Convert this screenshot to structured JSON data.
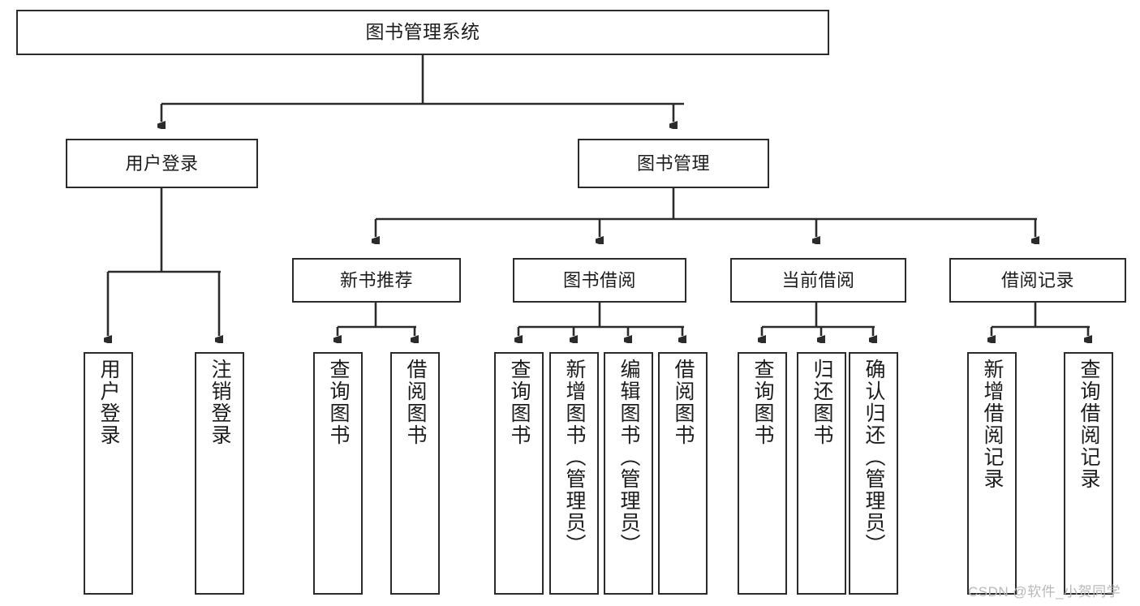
{
  "diagram": {
    "type": "tree-hierarchy-chart",
    "title": "图书管理系统",
    "line_color": "#2b2b2b",
    "box_fill": "#ffffff",
    "background": "#ffffff",
    "watermark": "CSDN @软件_小贺同学"
  },
  "nodes": {
    "root": {
      "label": "图书管理系统"
    },
    "level2": [
      {
        "id": "user-login",
        "label": "用户登录"
      },
      {
        "id": "book-manage",
        "label": "图书管理"
      }
    ],
    "level3": [
      {
        "id": "new-book-rec",
        "label": "新书推荐"
      },
      {
        "id": "book-borrow",
        "label": "图书借阅"
      },
      {
        "id": "current-borrow",
        "label": "当前借阅"
      },
      {
        "id": "borrow-record",
        "label": "借阅记录"
      }
    ],
    "leaves": {
      "user_login": [
        {
          "id": "leaf-user-login",
          "label": "用户登录"
        },
        {
          "id": "leaf-logout-login",
          "label": "注销登录"
        }
      ],
      "new_book_rec": [
        {
          "id": "leaf-query-book-1",
          "label": "查询图书"
        },
        {
          "id": "leaf-borrow-book-1",
          "label": "借阅图书"
        }
      ],
      "book_borrow": [
        {
          "id": "leaf-query-book-2",
          "label": "查询图书"
        },
        {
          "id": "leaf-add-book",
          "label": "新增图书（管理员）"
        },
        {
          "id": "leaf-edit-book",
          "label": "编辑图书（管理员）"
        },
        {
          "id": "leaf-borrow-book-2",
          "label": "借阅图书"
        }
      ],
      "current_borrow": [
        {
          "id": "leaf-query-book-3",
          "label": "查询图书"
        },
        {
          "id": "leaf-return-book",
          "label": "归还图书"
        },
        {
          "id": "leaf-confirm-return",
          "label": "确认归还（管理员）"
        }
      ],
      "borrow_record": [
        {
          "id": "leaf-add-record",
          "label": "新增借阅记录"
        },
        {
          "id": "leaf-query-record",
          "label": "查询借阅记录"
        }
      ]
    }
  }
}
